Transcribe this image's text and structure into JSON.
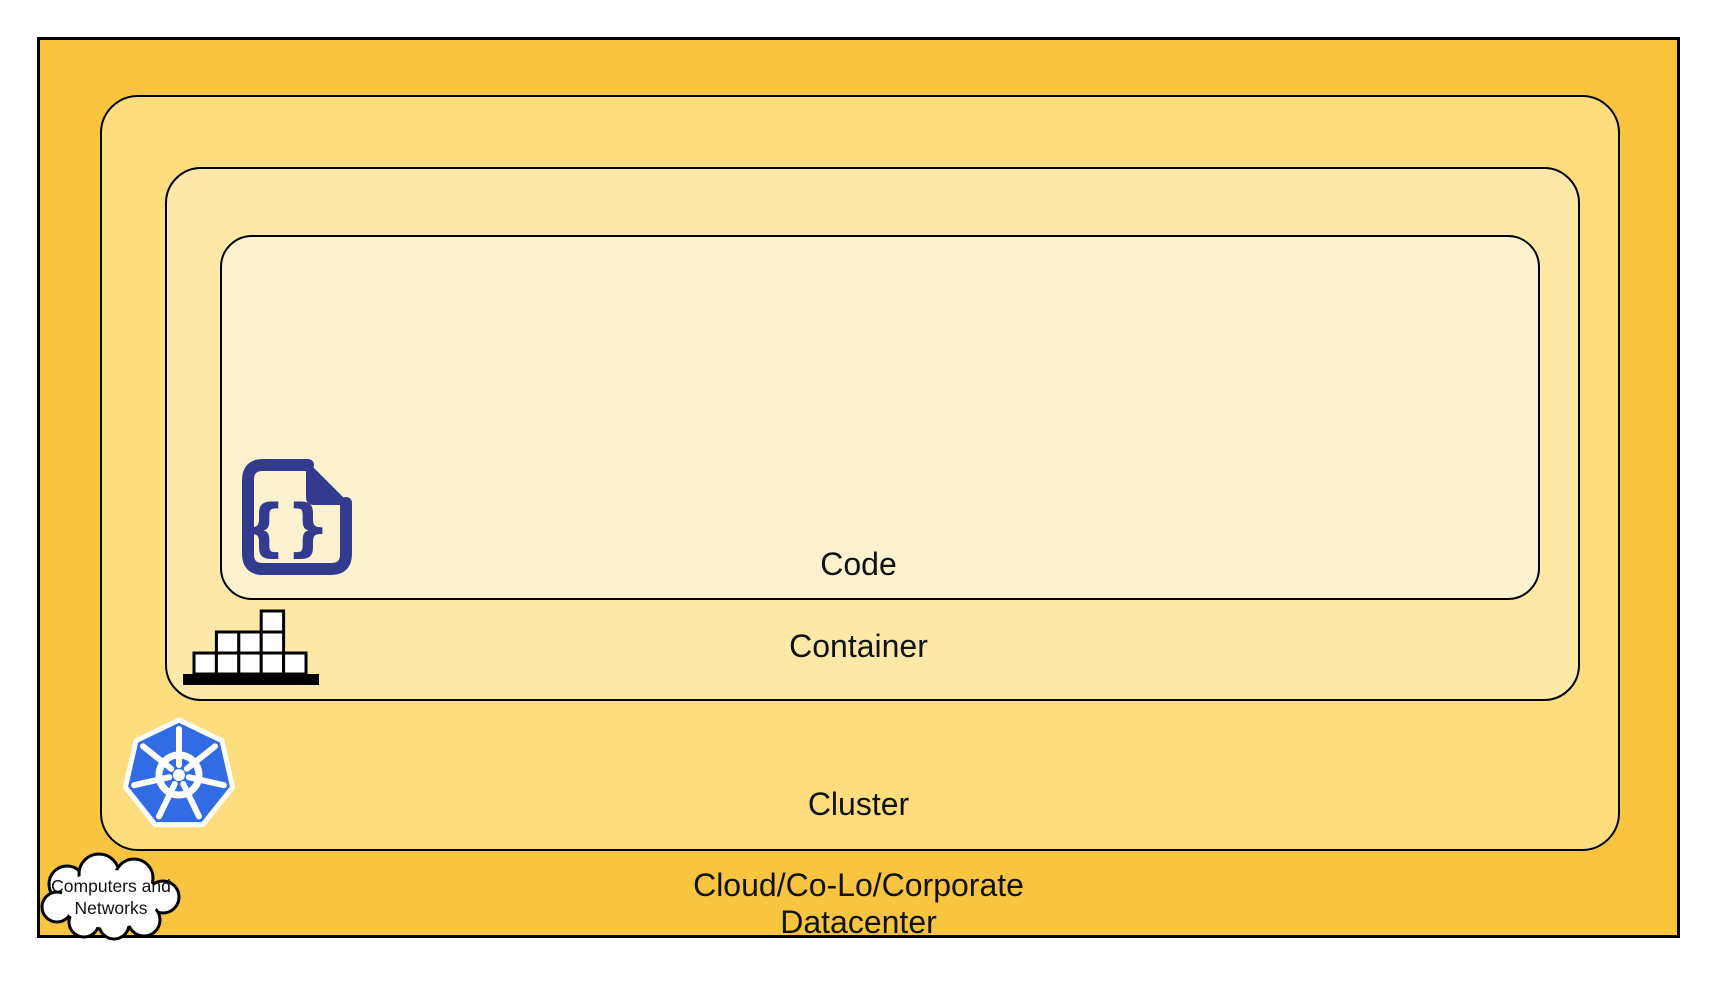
{
  "labels": {
    "code": "Code",
    "container": "Container",
    "cluster": "Cluster",
    "datacenter_line1": "Cloud/Co-Lo/Corporate",
    "datacenter_line2": "Datacenter",
    "cloud_line1": "Computers and",
    "cloud_line2": "Networks",
    "code_icon_braces": "{}"
  },
  "colors": {
    "datacenter_fill": "#F9C440",
    "cluster_fill": "#FDDD7D",
    "container_fill": "#FEE9A8",
    "code_fill": "#FCF2CF",
    "kubernetes_blue": "#326CE5",
    "code_icon_navy": "#333B8F",
    "outline_black": "#000000",
    "cloud_fill": "#FFFFFF"
  },
  "icons": [
    {
      "name": "code-file-icon",
      "meaning": "source code file with curly braces"
    },
    {
      "name": "container-stack-icon",
      "meaning": "stacked shipping-container blocks"
    },
    {
      "name": "kubernetes-icon",
      "meaning": "Kubernetes helm-wheel heptagon logo"
    },
    {
      "name": "cloud-icon",
      "meaning": "cloud callout for computers and networks"
    }
  ],
  "structure": {
    "nesting_order_outer_to_inner": [
      "Cloud/Co-Lo/Corporate Datacenter",
      "Cluster",
      "Container",
      "Code"
    ]
  }
}
